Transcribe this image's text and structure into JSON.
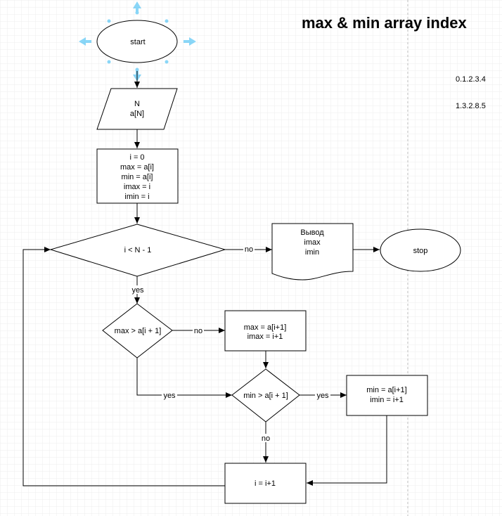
{
  "title": "max & min array index",
  "notes": [
    "0.1.2.3.4",
    "1.3.2.8.5"
  ],
  "shapes": {
    "start": "start",
    "input": [
      "N",
      "a[N]"
    ],
    "init": [
      "i = 0",
      "max = a[i]",
      "min = a[i]",
      "imax = i",
      "imin = i"
    ],
    "loop_cond": "i < N - 1",
    "output": [
      "Вывод",
      "imax",
      "imin"
    ],
    "stop": "stop",
    "cond_max": "max > a[i + 1]",
    "assign_max": [
      "max = a[i+1]",
      "imax = i+1"
    ],
    "cond_min": "min > a[i + 1]",
    "assign_min": [
      "min = a[i+1]",
      "imin = i+1"
    ],
    "increment": "i = i+1"
  },
  "edge_labels": {
    "loop_no": "no",
    "loop_yes": "yes",
    "max_no": "no",
    "max_yes": "yes",
    "min_yes": "yes",
    "min_no": "no"
  },
  "colors": {
    "grid": "#e6e6e6",
    "stroke": "#000000",
    "selection": "#29b6f2"
  }
}
